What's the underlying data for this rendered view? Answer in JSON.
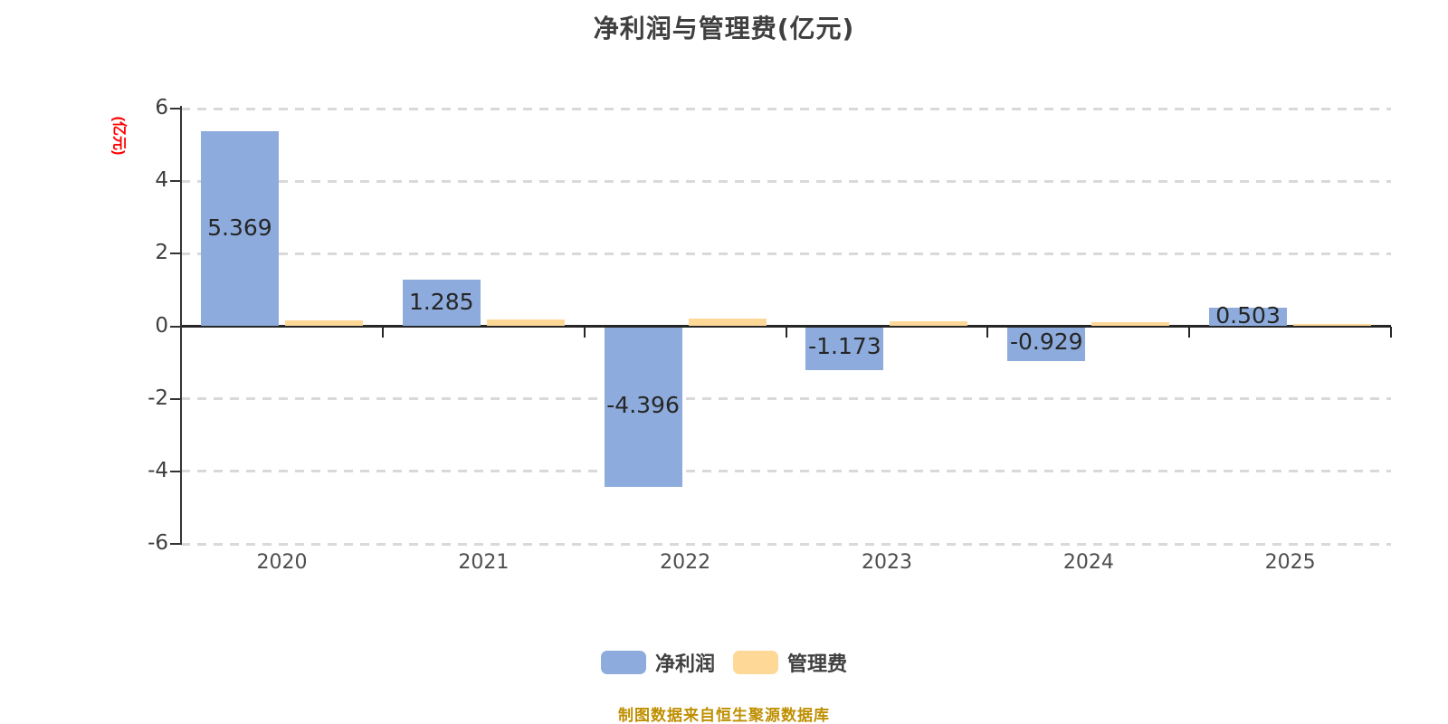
{
  "title": "净利润与管理费(亿元)",
  "y_axis_title": "(亿元)",
  "footer": "制图数据来自恒生聚源数据库",
  "legend": [
    {
      "label": "净利润",
      "color": "#8dabdc"
    },
    {
      "label": "管理费",
      "color": "#fed897"
    }
  ],
  "colors": {
    "net_profit_bar": "#8dabdc",
    "mgmt_fee_bar": "#fed897",
    "axis_unit_label": "#ff0000",
    "footer_text": "#bf8f00",
    "gridline": "#d9d9d9",
    "axis_line": "#262626",
    "title_text": "#3f3f3f",
    "data_label": "#262626",
    "year_label": "#4d4d4d"
  },
  "chart_data": {
    "type": "bar",
    "categories": [
      "2020",
      "2021",
      "2022",
      "2023",
      "2024",
      "2025"
    ],
    "series": [
      {
        "name": "净利润",
        "color": "#8dabdc",
        "values": [
          5.369,
          1.285,
          -4.396,
          -1.173,
          -0.929,
          0.503
        ],
        "labels": [
          "5.369",
          "1.285",
          "-4.396",
          "-1.173",
          "-0.929",
          "0.503"
        ]
      },
      {
        "name": "管理费",
        "color": "#fed897",
        "values": [
          0.17,
          0.19,
          0.22,
          0.14,
          0.1,
          0.07
        ],
        "labels": []
      }
    ],
    "title": "净利润与管理费(亿元)",
    "ylabel": "(亿元)",
    "ylim": [
      -6,
      6
    ],
    "yticks": [
      6,
      4,
      2,
      0,
      -2,
      -4,
      -6
    ],
    "grid": "horizontal-dashed",
    "legend_position": "bottom",
    "annotation": "制图数据来自恒生聚源数据库"
  }
}
